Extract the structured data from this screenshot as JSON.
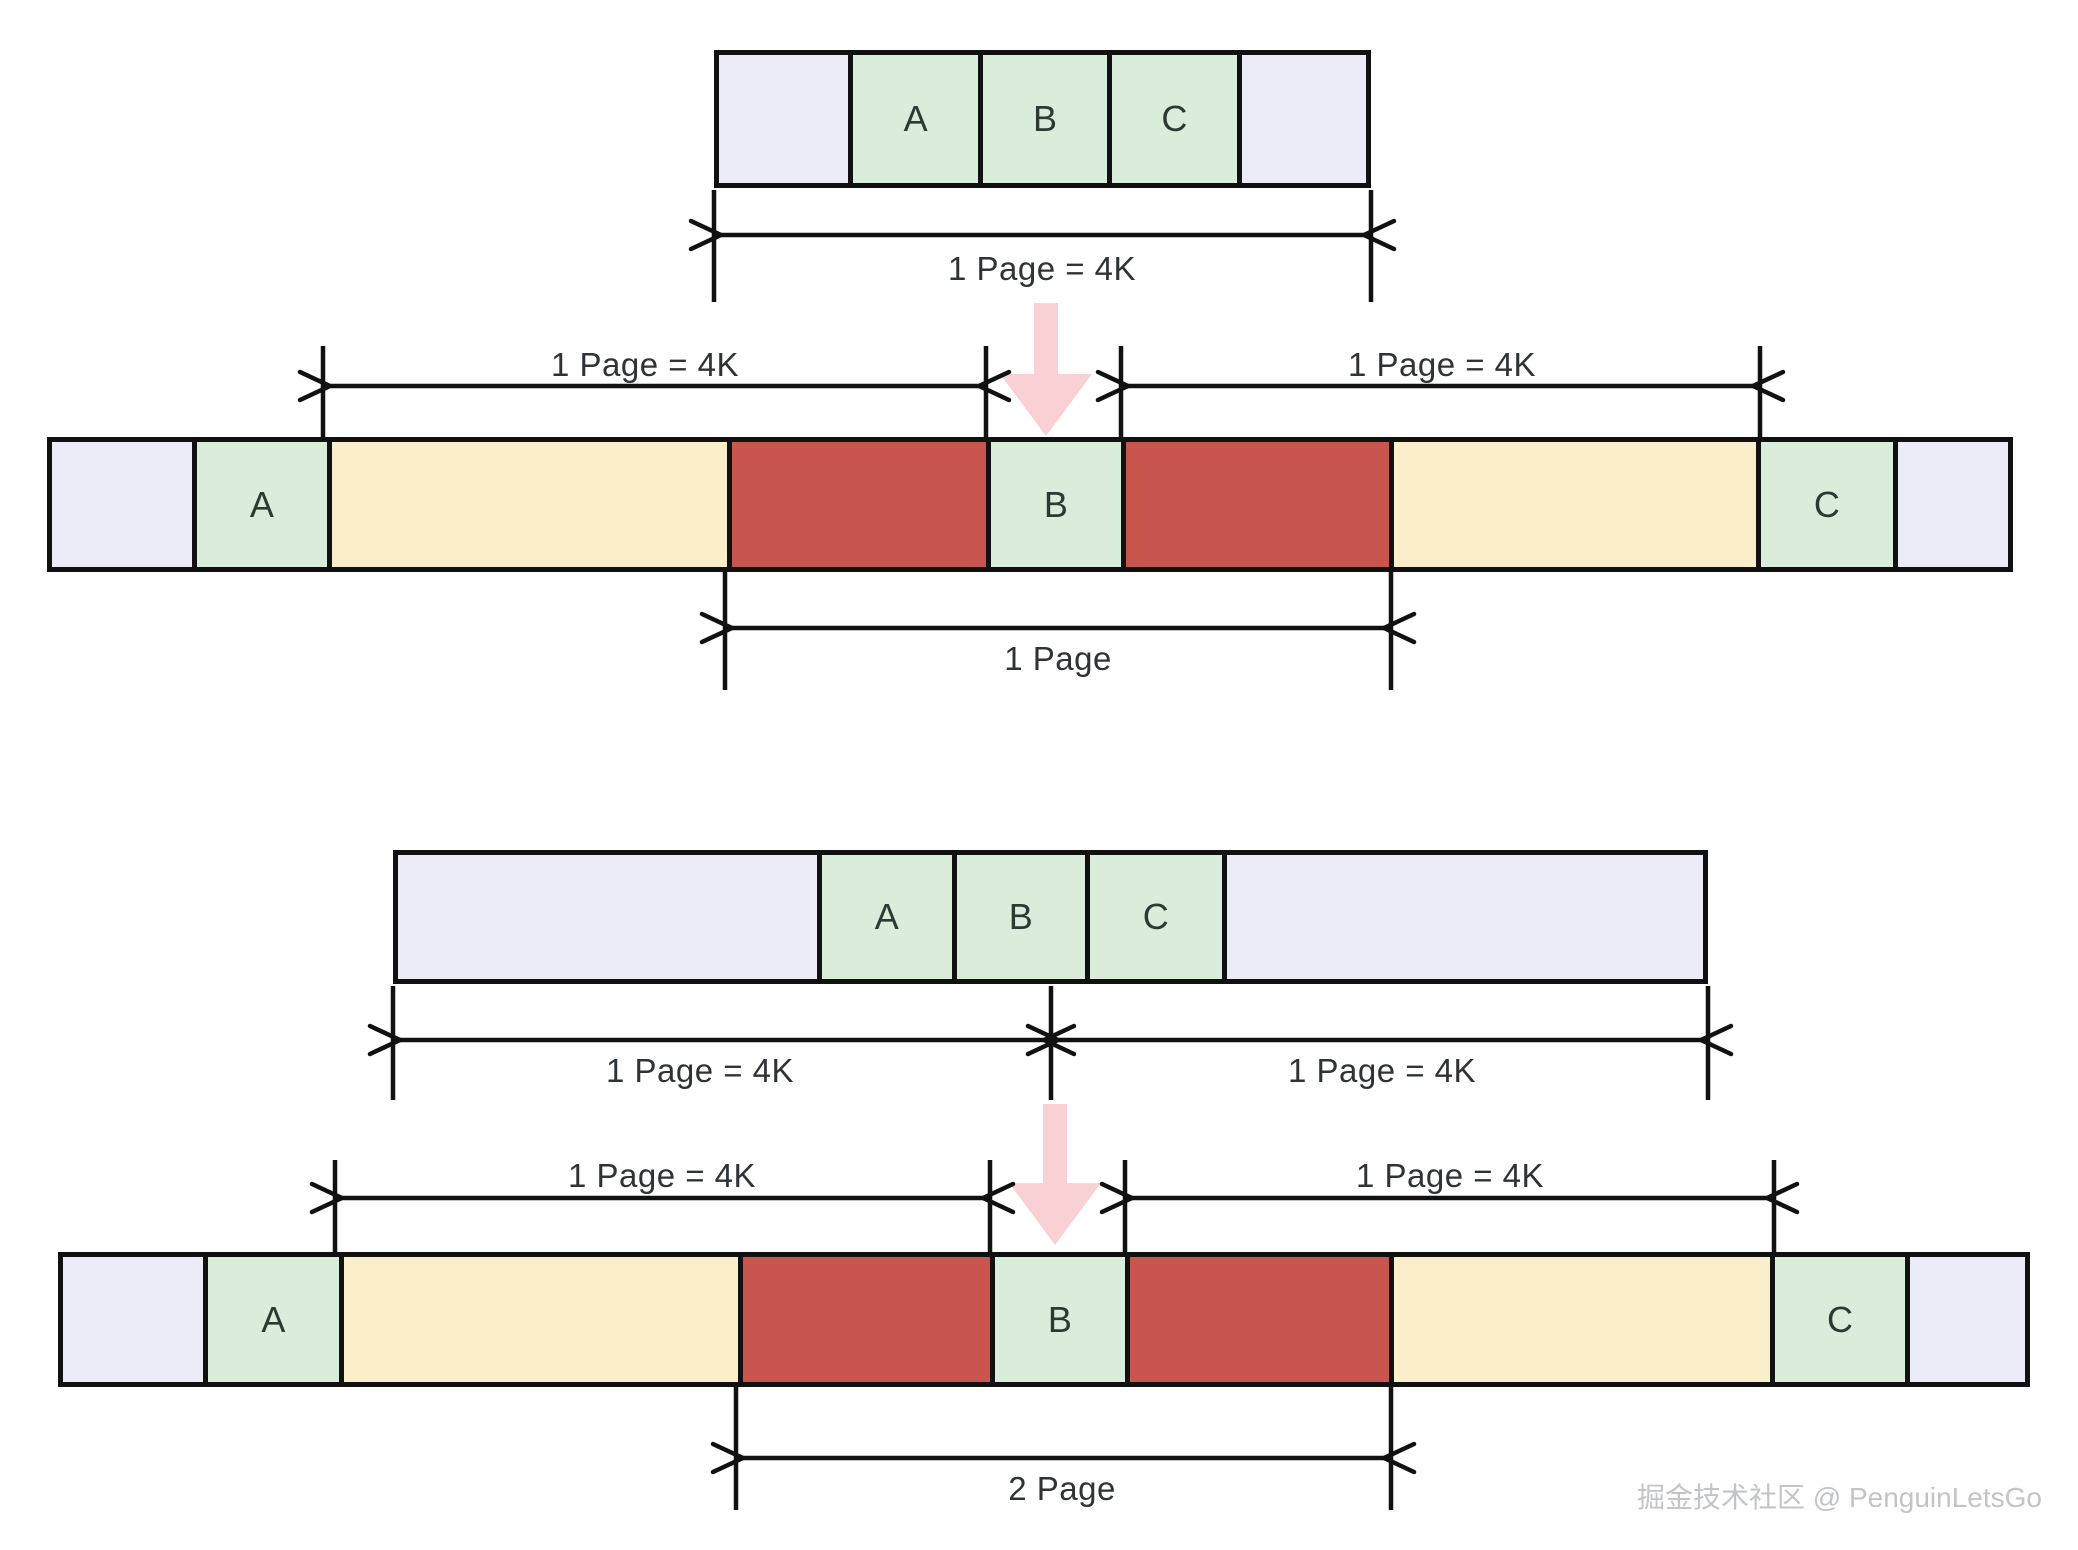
{
  "diagram": {
    "labels": {
      "page_4k": "1 Page = 4K",
      "one_page": "1 Page",
      "two_page": "2 Page"
    },
    "blocks": {
      "a": "A",
      "b": "B",
      "c": "C"
    },
    "watermark": "掘金技术社区 @ PenguinLetsGo",
    "colors": {
      "empty": "#EAEDF8",
      "block": "#D9EDDA",
      "padding": "#FAEFCA",
      "wasted": "#C9554F",
      "arrow-pink": "#F9D0D4",
      "stroke": "#111111",
      "label-text": "#2E3338",
      "block-text": "#2C3A33",
      "watermark-text": "#C2C4C8"
    }
  }
}
